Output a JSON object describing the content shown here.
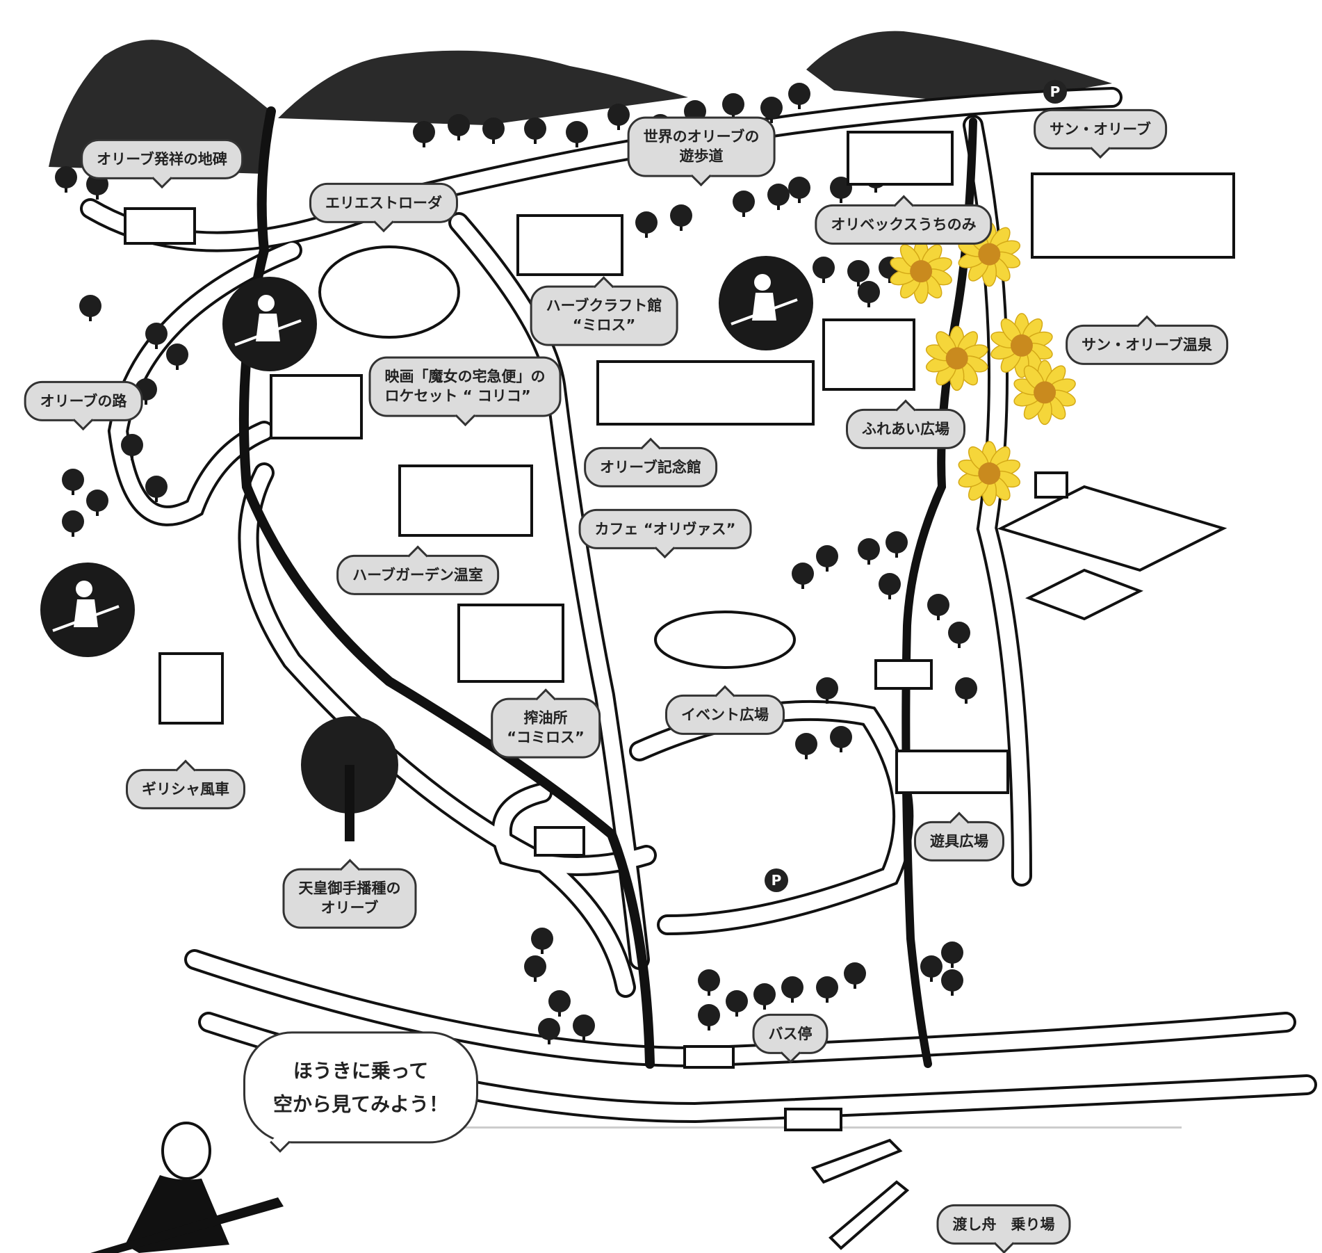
{
  "labels": {
    "origin_monument": "オリーブ発祥の地碑",
    "eriestroda": "エリエストローダ",
    "world_olive_walk_1": "世界のオリーブの",
    "world_olive_walk_2": "遊歩道",
    "sun_olive": "サン・オリーブ",
    "olivex": "オリベックスうちのみ",
    "herb_craft_1": "ハーブクラフト館",
    "herb_craft_2": "“ミロス”",
    "sun_olive_onsen": "サン・オリーブ温泉",
    "olive_path": "オリーブの路",
    "kiki_set_1": "映画「魔女の宅急便」の",
    "kiki_set_2": "ロケセット “ コリコ”",
    "fureai": "ふれあい広場",
    "olive_memorial": "オリーブ記念館",
    "cafe": "カフェ “オリヴァス”",
    "herb_greenhouse": "ハーブガーデン温室",
    "oil_mill_1": "搾油所",
    "oil_mill_2": "“コミロス”",
    "event_plaza": "イベント広場",
    "greek_windmill": "ギリシャ風車",
    "playground": "遊具広場",
    "imperial_olive_1": "天皇御手播種の",
    "imperial_olive_2": "オリーブ",
    "bus_stop": "バス停",
    "ferry": "渡し舟　乗り場",
    "broom_1": "ほうきに乗って",
    "broom_2": "空から見てみよう！"
  },
  "parking_label": "P",
  "colors": {
    "bubble": "#dcdcdc",
    "ink": "#222222",
    "flower": "#f5d63a",
    "flower_center": "#c98a1e"
  }
}
